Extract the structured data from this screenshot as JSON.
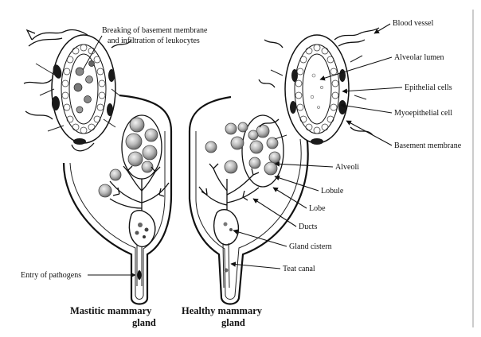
{
  "labels": {
    "breaking": "Breaking of basement membrane",
    "infiltration": "and infiltration of leukocytes",
    "entry": "Entry of pathogens",
    "mastitic_1": "Mastitic mammary",
    "mastitic_2": "gland",
    "healthy_1": "Healthy mammary",
    "healthy_2": "gland",
    "blood_vessel": "Blood vessel",
    "alveolar_lumen": "Alveolar lumen",
    "epithelial": "Epithelial cells",
    "myoepithelial": "Myoepithelial cell",
    "basement": "Basement membrane",
    "alveoli": "Alveoli",
    "lobule": "Lobule",
    "lobe": "Lobe",
    "ducts": "Ducts",
    "cistern": "Gland cistern",
    "teat": "Teat canal"
  },
  "colors": {
    "ink": "#111111",
    "background": "#ffffff",
    "alveolus_fill": "#bdbdbd",
    "dark_cell": "#1a1a1a"
  }
}
